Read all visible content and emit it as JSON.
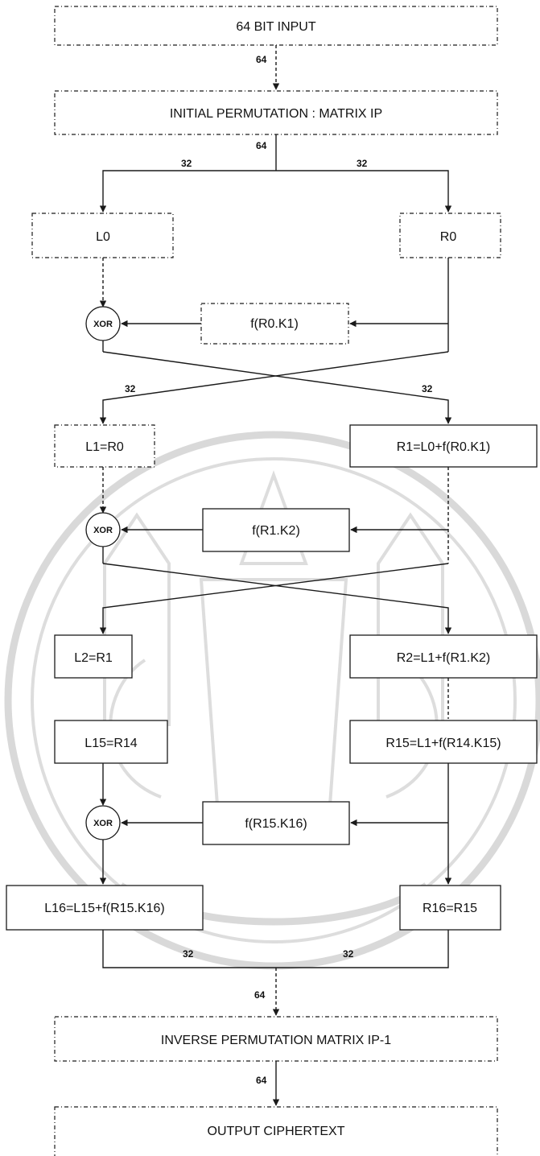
{
  "boxes": {
    "input": "64 BIT INPUT",
    "initial_permutation": "INITIAL PERMUTATION : MATRIX IP",
    "l0": "L0",
    "r0": "R0",
    "f1": "f(R0.K1)",
    "l1": "L1=R0",
    "r1": "R1=L0+f(R0.K1)",
    "f2": "f(R1.K2)",
    "l2": "L2=R1",
    "r2": "R2=L1+f(R1.K2)",
    "l15": "L15=R14",
    "r15": "R15=L1+f(R14.K15)",
    "f16": "f(R15.K16)",
    "l16": "L16=L15+f(R15.K16)",
    "r16": "R16=R15",
    "inverse_permutation": "INVERSE PERMUTATION MATRIX IP-1",
    "output": "OUTPUT CIPHERTEXT"
  },
  "xor_label": "XOR",
  "bit_labels": {
    "after_input": "64",
    "after_ip": "64",
    "split_left": "32",
    "split_right": "32",
    "cross1_left": "32",
    "cross1_right": "32",
    "merge_left": "32",
    "merge_right": "32",
    "before_inverse": "64",
    "after_inverse": "64"
  },
  "watermark": "seal"
}
